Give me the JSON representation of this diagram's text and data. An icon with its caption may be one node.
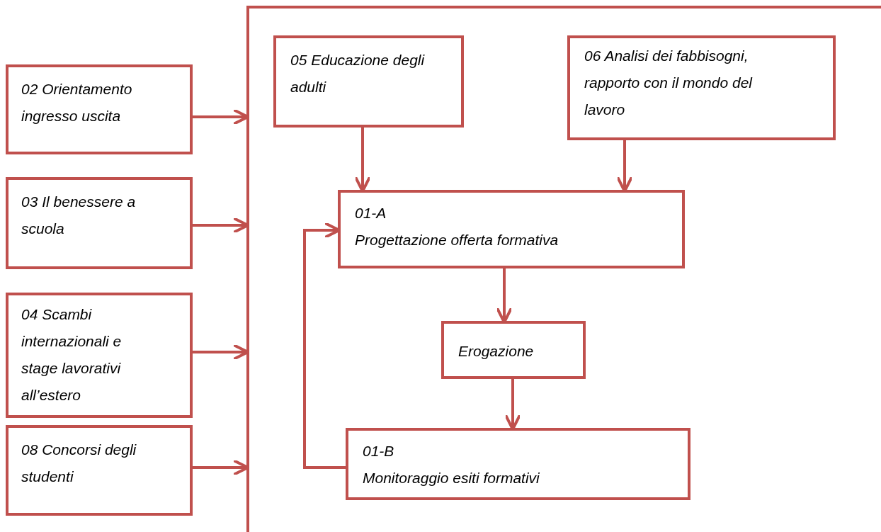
{
  "diagram": {
    "nodes": [
      {
        "text": [],
        "shape": "box"
      },
      {
        "text": [
          "02  Orientamento ingresso uscita"
        ]
      },
      {
        "text": [
          "03 Il benessere a scuola"
        ]
      },
      {
        "text": [
          "04 Scambi internazionali e stage lavorativi all’estero"
        ]
      },
      {
        "text": [
          "08 Concorsi degli studenti"
        ]
      },
      {
        "text": [
          "05 Educazione degli adulti"
        ],
        "in": 0
      },
      {
        "text": [
          "06 Analisi dei fabbisogni, rapporto con il mondo del lavoro"
        ],
        "in": 0
      },
      {
        "text": [
          "01-A",
          "Progettazione offerta formativa"
        ],
        "in": 0
      },
      {
        "text": [
          "Erogazione"
        ],
        "in": 0
      },
      {
        "text": [
          "01-B",
          "Monitoraggio esiti formativi"
        ],
        "in": 0
      }
    ],
    "edges": [
      {
        "from": 1,
        "to": 0,
        "arrow": "to"
      },
      {
        "from": 2,
        "to": 0,
        "arrow": "to"
      },
      {
        "from": 3,
        "to": 0,
        "arrow": "to"
      },
      {
        "from": 4,
        "to": 0,
        "arrow": "to"
      },
      {
        "from": 5,
        "to": 7,
        "arrow": "to"
      },
      {
        "from": 6,
        "to": 7,
        "arrow": "to"
      },
      {
        "from": 7,
        "to": 8,
        "arrow": "to"
      },
      {
        "from": 8,
        "to": 9,
        "arrow": "to"
      },
      {
        "from": 9,
        "to": 7,
        "arrow": "to"
      }
    ]
  }
}
